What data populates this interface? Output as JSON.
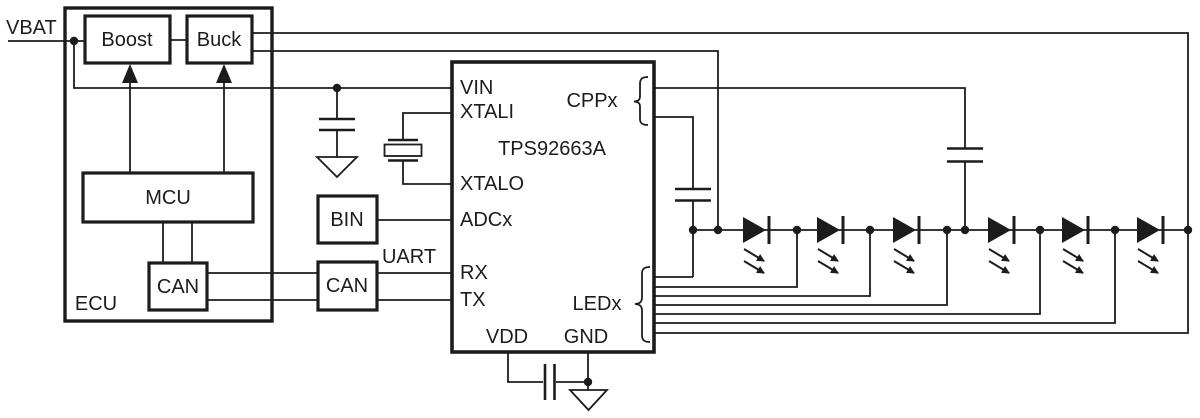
{
  "colors": {
    "ink": "#1c1c1c",
    "background": "#ffffff"
  },
  "power": {
    "vbat_label": "VBAT"
  },
  "ecu": {
    "label": "ECU",
    "boost_label": "Boost",
    "buck_label": "Buck",
    "mcu_label": "MCU",
    "can_label": "CAN"
  },
  "bus": {
    "can_transceiver_label": "CAN",
    "bin_label": "BIN",
    "uart_label": "UART"
  },
  "chip": {
    "part_number": "TPS92663A",
    "pins": {
      "vin": "VIN",
      "xtali": "XTALI",
      "xtalo": "XTALO",
      "adcx": "ADCx",
      "rx": "RX",
      "tx": "TX",
      "vdd": "VDD",
      "gnd": "GND",
      "cppx": "CPPx",
      "ledx": "LEDx"
    }
  },
  "led_string": {
    "count": 6
  }
}
